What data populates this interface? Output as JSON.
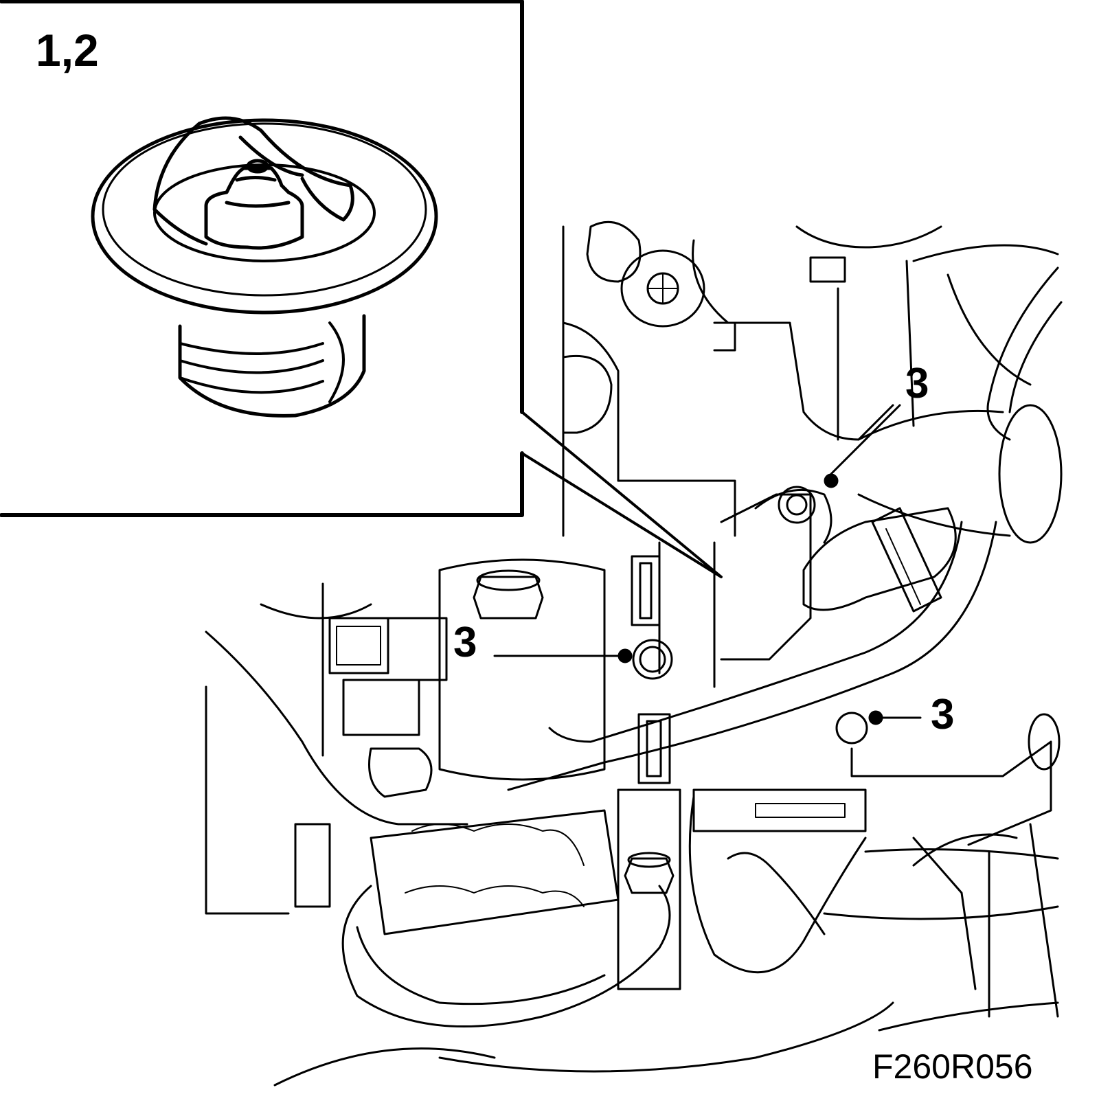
{
  "inset": {
    "label": "1,2"
  },
  "callouts": [
    {
      "id": "top",
      "text": "3"
    },
    {
      "id": "middle",
      "text": "3"
    },
    {
      "id": "right",
      "text": "3"
    }
  ],
  "figure_code": "F260R056",
  "colors": {
    "line": "#000000",
    "background": "#ffffff"
  }
}
